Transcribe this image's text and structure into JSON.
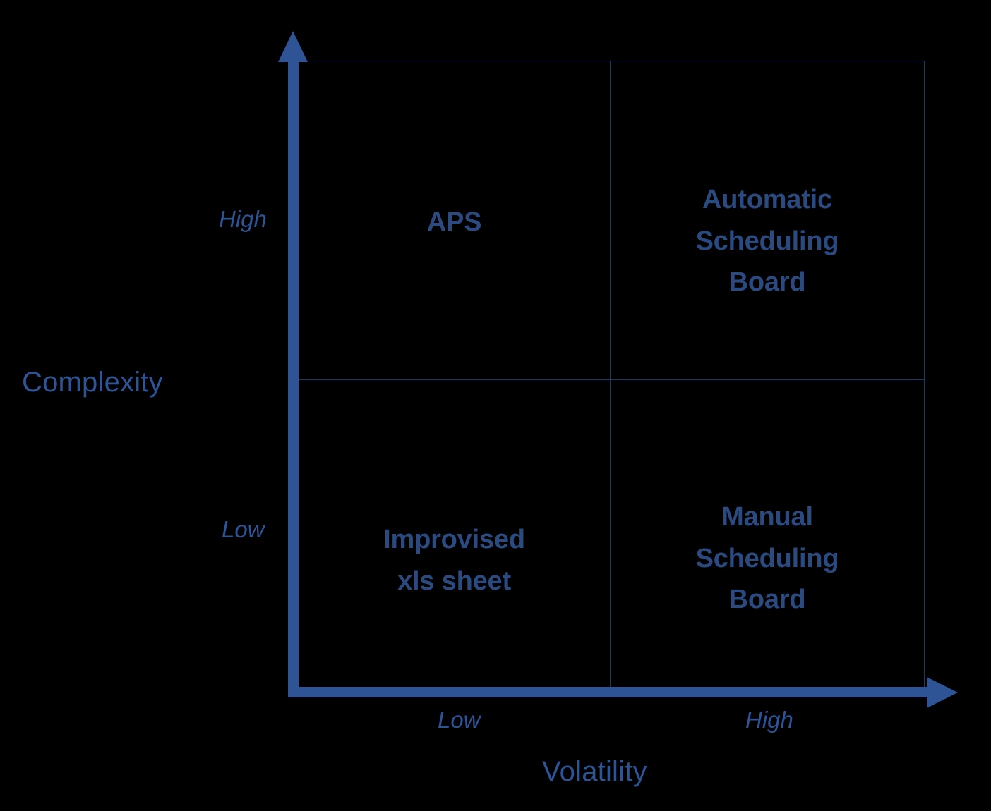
{
  "chart_data": {
    "type": "scatter",
    "title": "",
    "subtitle": "",
    "xlabel": "Volatility",
    "ylabel": "Complexity",
    "grid": true,
    "legend": "none",
    "x_ticks": [
      "Low",
      "High"
    ],
    "y_ticks": [
      "Low",
      "High"
    ],
    "xlim": [
      "Low",
      "High"
    ],
    "ylim": [
      "Low",
      "High"
    ],
    "quadrants": [
      {
        "id": "top-left",
        "x": "Low",
        "y": "High",
        "label": "APS",
        "lines": [
          "APS"
        ]
      },
      {
        "id": "top-right",
        "x": "High",
        "y": "High",
        "label": "Automatic Scheduling Board",
        "lines": [
          "Automatic",
          "Scheduling",
          "Board"
        ]
      },
      {
        "id": "bottom-left",
        "x": "Low",
        "y": "Low",
        "label": "Improvised xls sheet",
        "lines": [
          "Improvised",
          "xls sheet"
        ]
      },
      {
        "id": "bottom-right",
        "x": "High",
        "y": "Low",
        "label": "Manual Scheduling Board",
        "lines": [
          "Manual",
          "Scheduling",
          "Board"
        ]
      }
    ]
  },
  "axes": {
    "y": {
      "title": "Complexity",
      "low_label": "Low",
      "high_label": "High"
    },
    "x": {
      "title": "Volatility",
      "low_label": "Low",
      "high_label": "High"
    }
  },
  "colors": {
    "background": "#000000",
    "axis_arrow": "#2e5496",
    "grid_line": "#1f3864",
    "axis_text": "#2e5496",
    "quadrant_text": "#2b4a80"
  }
}
